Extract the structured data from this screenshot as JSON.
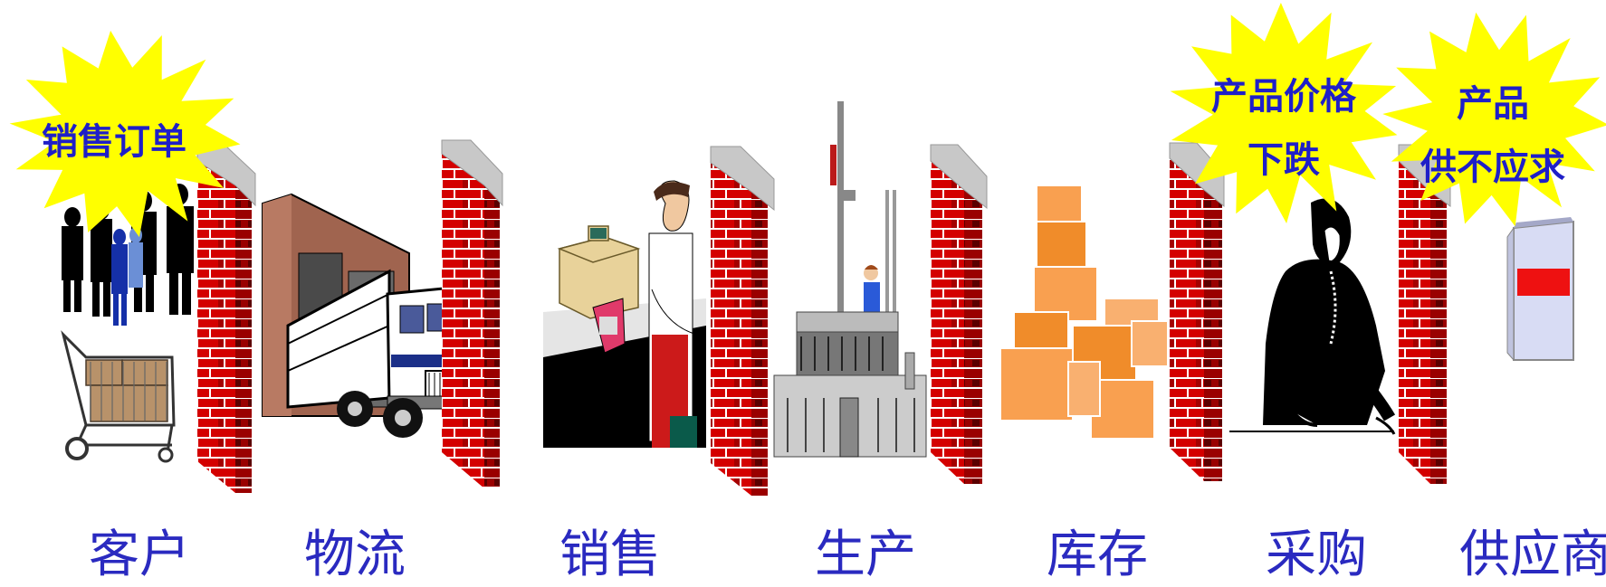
{
  "stages": [
    {
      "label": "客户"
    },
    {
      "label": "物流"
    },
    {
      "label": "销售"
    },
    {
      "label": "生产"
    },
    {
      "label": "库存"
    },
    {
      "label": "采购"
    },
    {
      "label": "供应商"
    }
  ],
  "bursts": [
    {
      "lines": [
        "销售订单"
      ]
    },
    {
      "lines": [
        "产品价格",
        "下跌"
      ]
    },
    {
      "lines": [
        "产品",
        "供不应求"
      ]
    }
  ],
  "colors": {
    "label_text": "#2a2ac0",
    "burst_fill": "#ffff00",
    "burst_text": "#1f1fc8",
    "brick_red": "#cc0000",
    "brick_dark": "#8a0000",
    "wall_cap": "#c8c8c8"
  }
}
